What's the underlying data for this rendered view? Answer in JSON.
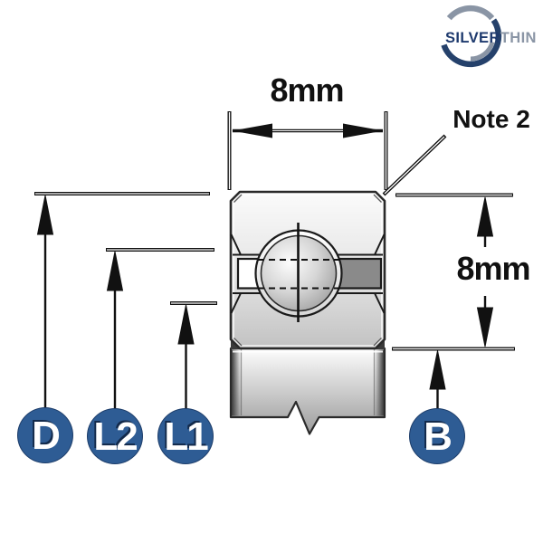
{
  "canvas": {
    "background": "#ffffff"
  },
  "logo": {
    "text_primary": "SILVER",
    "text_secondary": "THIN",
    "color_primary": "#1e3a6e",
    "color_secondary": "#8a95a5"
  },
  "drawing": {
    "type": "ball-bearing-cross-section",
    "dimensions": {
      "width_label": "8mm",
      "height_label": "8mm",
      "note_label": "Note 2"
    },
    "callouts": {
      "outer_diameter": "D",
      "l2": "L2",
      "l1": "L1",
      "bore": "B",
      "fill_color": "#2e5c94"
    },
    "line_color": "#111111"
  }
}
